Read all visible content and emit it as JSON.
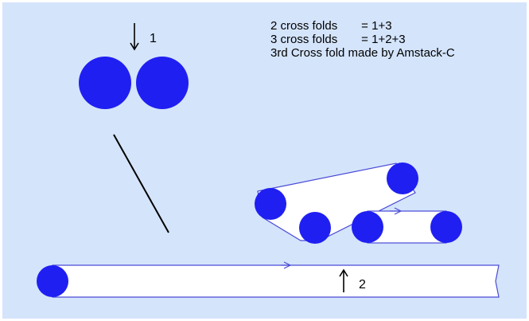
{
  "legend": {
    "rows": [
      {
        "label": "2 cross folds",
        "value": "= 1+3"
      },
      {
        "label": "3 cross folds",
        "value": "= 1+2+3"
      }
    ],
    "note": "3rd Cross fold made by Amstack-C"
  },
  "markers": {
    "top_arrow_label": "1",
    "bottom_arrow_label": "2"
  },
  "colors": {
    "background": "#d4e4fb",
    "roller": "#1f1ff2",
    "belt_outline": "#4a4ad8",
    "belt_fill": "#ffffff",
    "line": "#000000"
  }
}
